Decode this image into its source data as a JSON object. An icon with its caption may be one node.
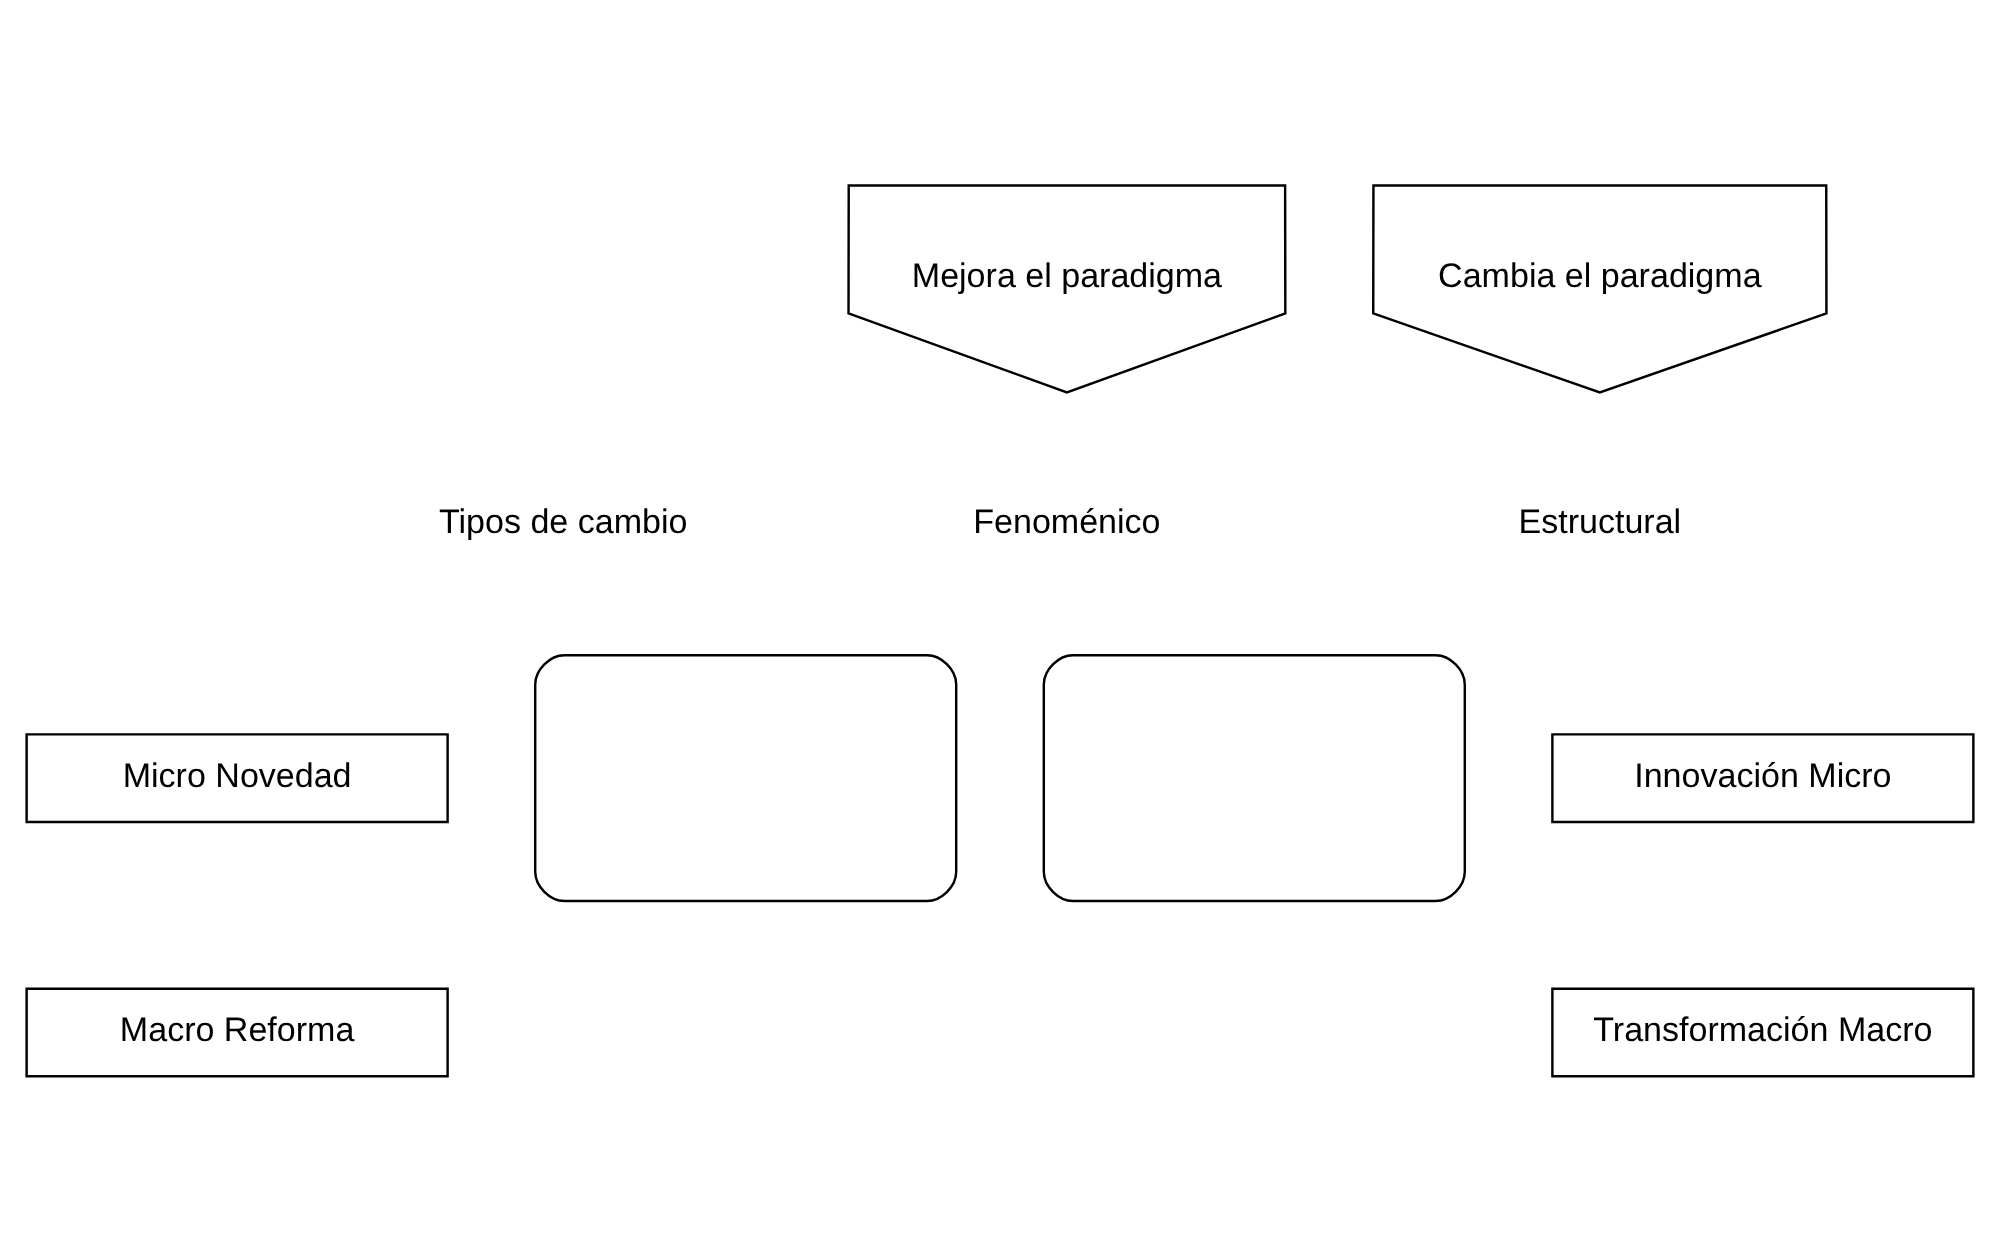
{
  "diagram": {
    "nodes": [
      {
        "text": [
          "Mejora el paradigma"
        ]
      },
      {
        "text": [
          "Cambia el paradigma"
        ]
      },
      {
        "text": [],
        "shape": "box"
      },
      {
        "text": [],
        "shape": "box"
      },
      {
        "text": [
          "Micro Novedad"
        ]
      },
      {
        "text": [
          "Innovación Micro"
        ]
      },
      {
        "text": [
          "Macro Reforma"
        ]
      },
      {
        "text": [
          "Transformación Macro"
        ]
      }
    ],
    "labels": [
      "Tipos de cambio",
      "Fenoménico",
      "Estructural"
    ]
  }
}
